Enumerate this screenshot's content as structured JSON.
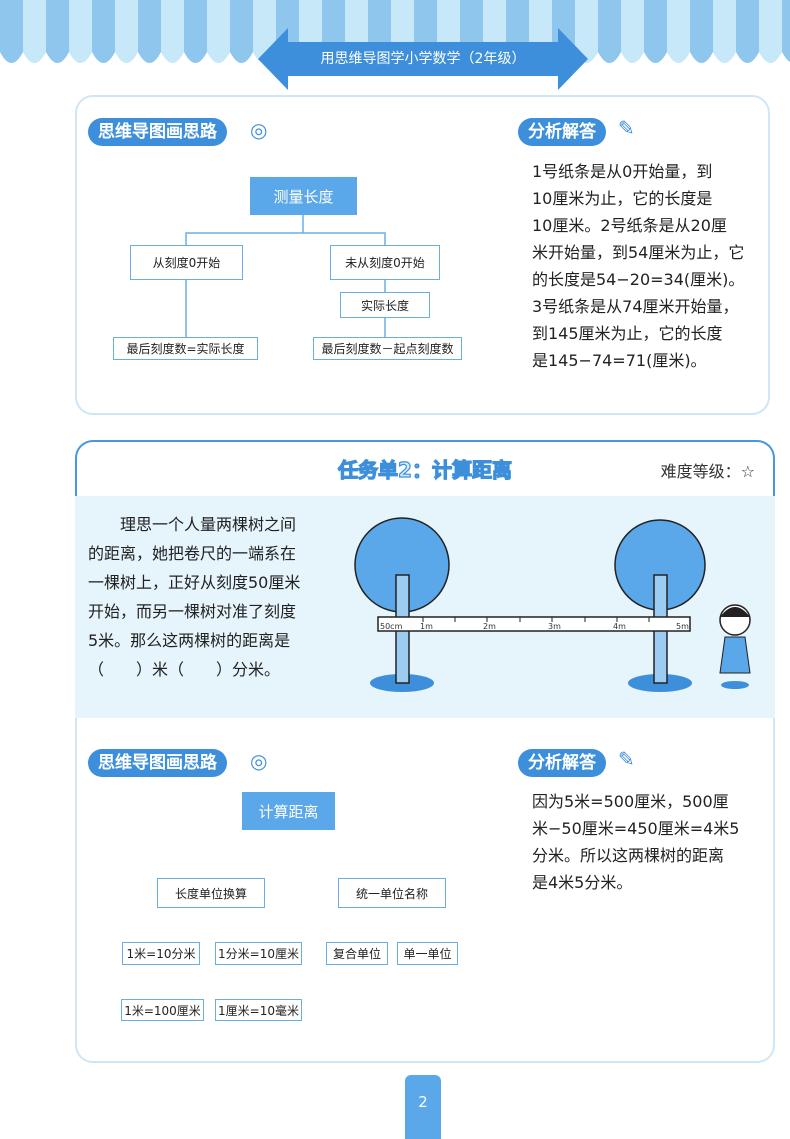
{
  "header": {
    "book_title": "用思维导图学小学数学（2年级）"
  },
  "section1": {
    "mindmap_badge": "思维导图画思路",
    "analysis_badge": "分析解答",
    "mindmap": {
      "root": "测量长度",
      "left": "从刻度0开始",
      "right": "未从刻度0开始",
      "right_mid": "实际长度",
      "left_leaf": "最后刻度数=实际长度",
      "right_leaf": "最后刻度数－起点刻度数"
    },
    "analysis_lines": [
      "1号纸条是从0开始量，到",
      "10厘米为止，它的长度是",
      "10厘米。2号纸条是从20厘",
      "米开始量，到54厘米为止，它",
      "的长度是54−20=34(厘米)。",
      "3号纸条是从74厘米开始量，",
      "到145厘米为止，它的长度",
      "是145−74=71(厘米)。"
    ]
  },
  "task": {
    "title": "任务单2：计算距离",
    "difficulty": "难度等级：☆",
    "problem_lines": [
      "　　理思一个人量两棵树之间",
      "的距离，她把卷尺的一端系在",
      "一棵树上，正好从刻度50厘米",
      "开始，而另一棵树对准了刻度",
      "5米。那么这两棵树的距离是",
      "（　　）米（　　）分米。"
    ],
    "ruler_labels": [
      "50cm",
      "1m",
      "2m",
      "3m",
      "4m",
      "5m"
    ]
  },
  "section2": {
    "mindmap_badge": "思维导图画思路",
    "analysis_badge": "分析解答",
    "mindmap": {
      "root": "计算距离",
      "left": "长度单位换算",
      "right": "统一单位名称",
      "l1": "1米=10分米",
      "l2": "1分米=10厘米",
      "r1": "复合单位",
      "r2": "单一单位",
      "l1b": "1米=100厘米",
      "l2b": "1厘米=10毫米"
    },
    "analysis_lines": [
      "因为5米=500厘米，500厘",
      "米−50厘米=450厘米=4米5",
      "分米。所以这两棵树的距离",
      "是4米5分米。"
    ]
  },
  "page_number": "2",
  "colors": {
    "accent": "#3d8fdc",
    "light": "#e6f4fc"
  }
}
